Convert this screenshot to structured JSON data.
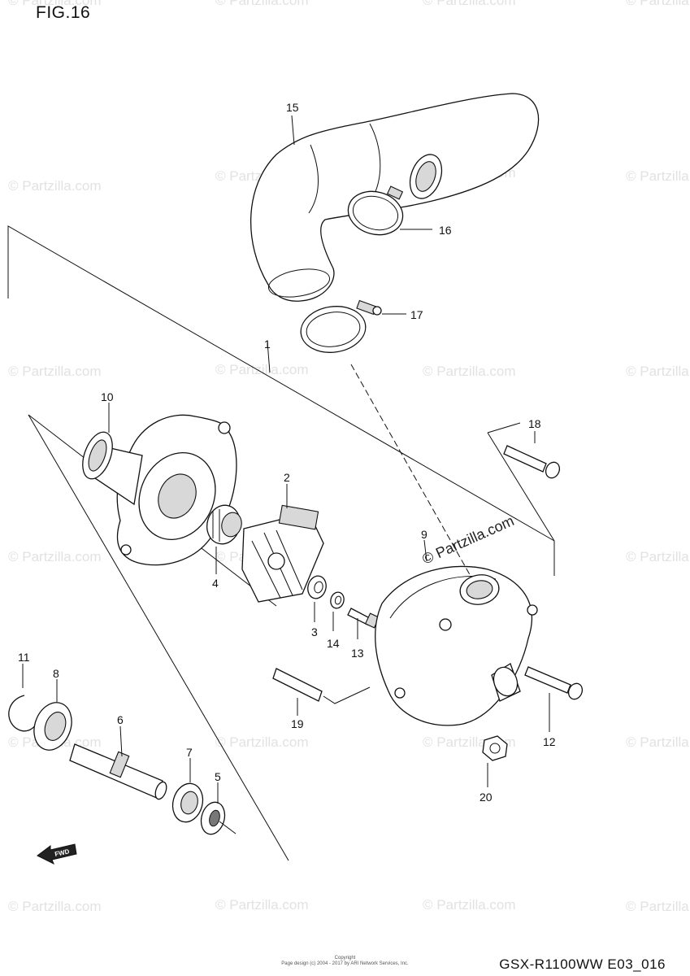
{
  "figure": {
    "title": "FIG.16",
    "code": "GSX-R1100WW  E03_016"
  },
  "copyright": {
    "line1": "Copyright",
    "line2": "Page design (c) 2004 - 2017 by ARI Network Services, Inc."
  },
  "watermark": {
    "text": "© Partzilla.com",
    "prominent_text": "© Partzilla.com"
  },
  "callouts": [
    {
      "key": "p1",
      "text": "1"
    },
    {
      "key": "p2",
      "text": "2"
    },
    {
      "key": "p3",
      "text": "3"
    },
    {
      "key": "p4",
      "text": "4"
    },
    {
      "key": "p5",
      "text": "5"
    },
    {
      "key": "p6",
      "text": "6"
    },
    {
      "key": "p7",
      "text": "7"
    },
    {
      "key": "p8",
      "text": "8"
    },
    {
      "key": "p9",
      "text": "9"
    },
    {
      "key": "p10",
      "text": "10"
    },
    {
      "key": "p11",
      "text": "11"
    },
    {
      "key": "p12",
      "text": "12"
    },
    {
      "key": "p13",
      "text": "13"
    },
    {
      "key": "p14",
      "text": "14"
    },
    {
      "key": "p15",
      "text": "15"
    },
    {
      "key": "p16",
      "text": "16"
    },
    {
      "key": "p17",
      "text": "17"
    },
    {
      "key": "p18",
      "text": "18"
    },
    {
      "key": "p19",
      "text": "19"
    },
    {
      "key": "p20",
      "text": "20"
    }
  ],
  "fwd_icon": {
    "label": "FWD",
    "icon": "forward-arrow-icon"
  }
}
